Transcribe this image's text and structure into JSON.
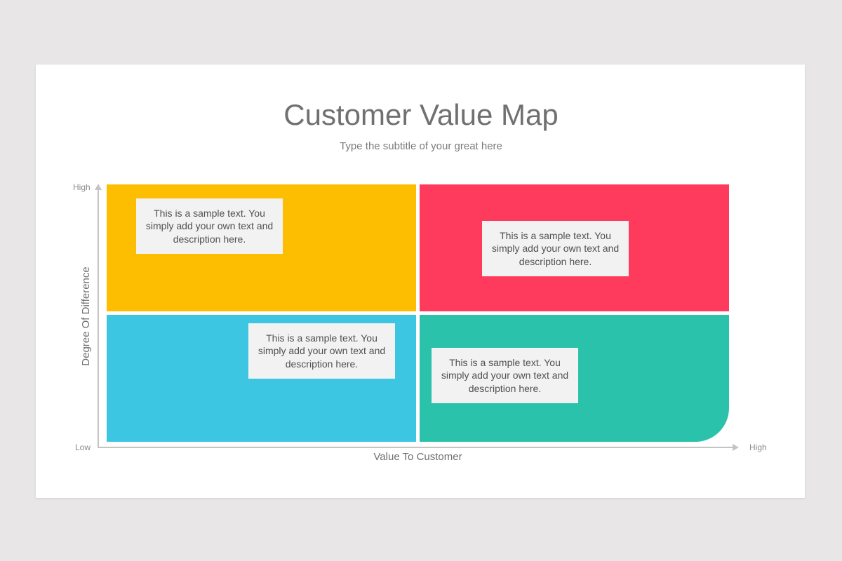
{
  "title": "Customer Value Map",
  "subtitle": "Type the subtitle of your great here",
  "axes": {
    "y_label": "Degree Of Difference",
    "y_high": "High",
    "y_low": "Low",
    "x_label": "Value To Customer",
    "x_high": "High",
    "color": "#c4c4c4"
  },
  "quadrants": [
    {
      "position": "top-left",
      "color": "#fdbd00",
      "text": "This is a sample text. You simply add your own text and description here."
    },
    {
      "position": "top-right",
      "color": "#fe3b5d",
      "text": "This is a sample text. You simply add your own text and description here."
    },
    {
      "position": "bottom-left",
      "color": "#3cc6e2",
      "text": "This is a sample text. You simply add your own text and description here."
    },
    {
      "position": "bottom-right",
      "color": "#2ac2ab",
      "text": "This is a sample text. You simply add your own text and description here."
    }
  ]
}
